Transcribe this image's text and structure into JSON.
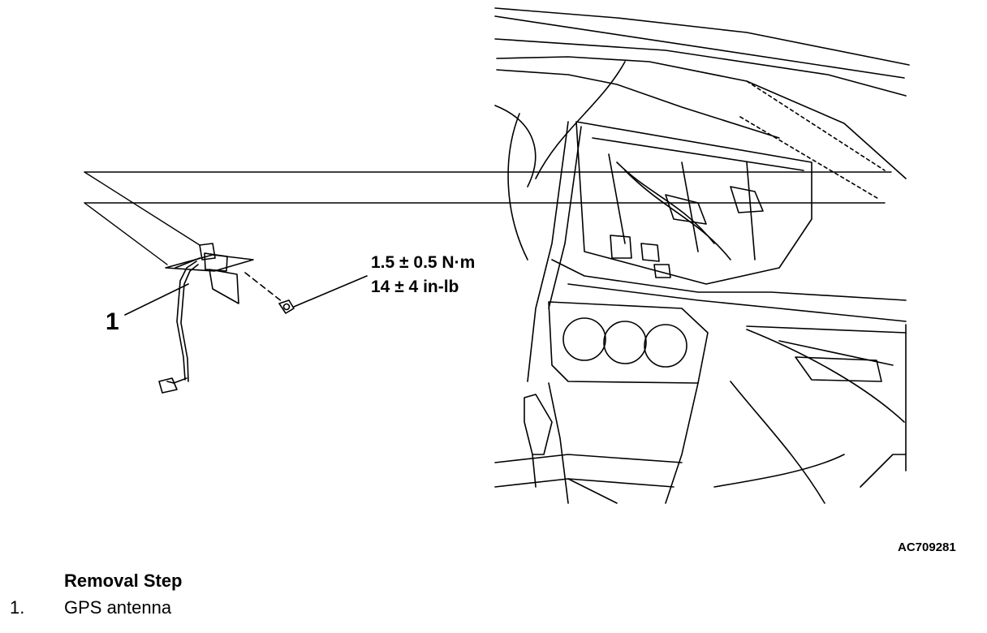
{
  "diagram": {
    "callout_number": "1",
    "torque_metric": "1.5 ± 0.5 N·m",
    "torque_imperial": "14 ± 4 in-lb",
    "figure_code": "AC709281"
  },
  "removal": {
    "heading": "Removal Step",
    "steps": [
      {
        "number": "1.",
        "text": "GPS antenna"
      }
    ]
  }
}
